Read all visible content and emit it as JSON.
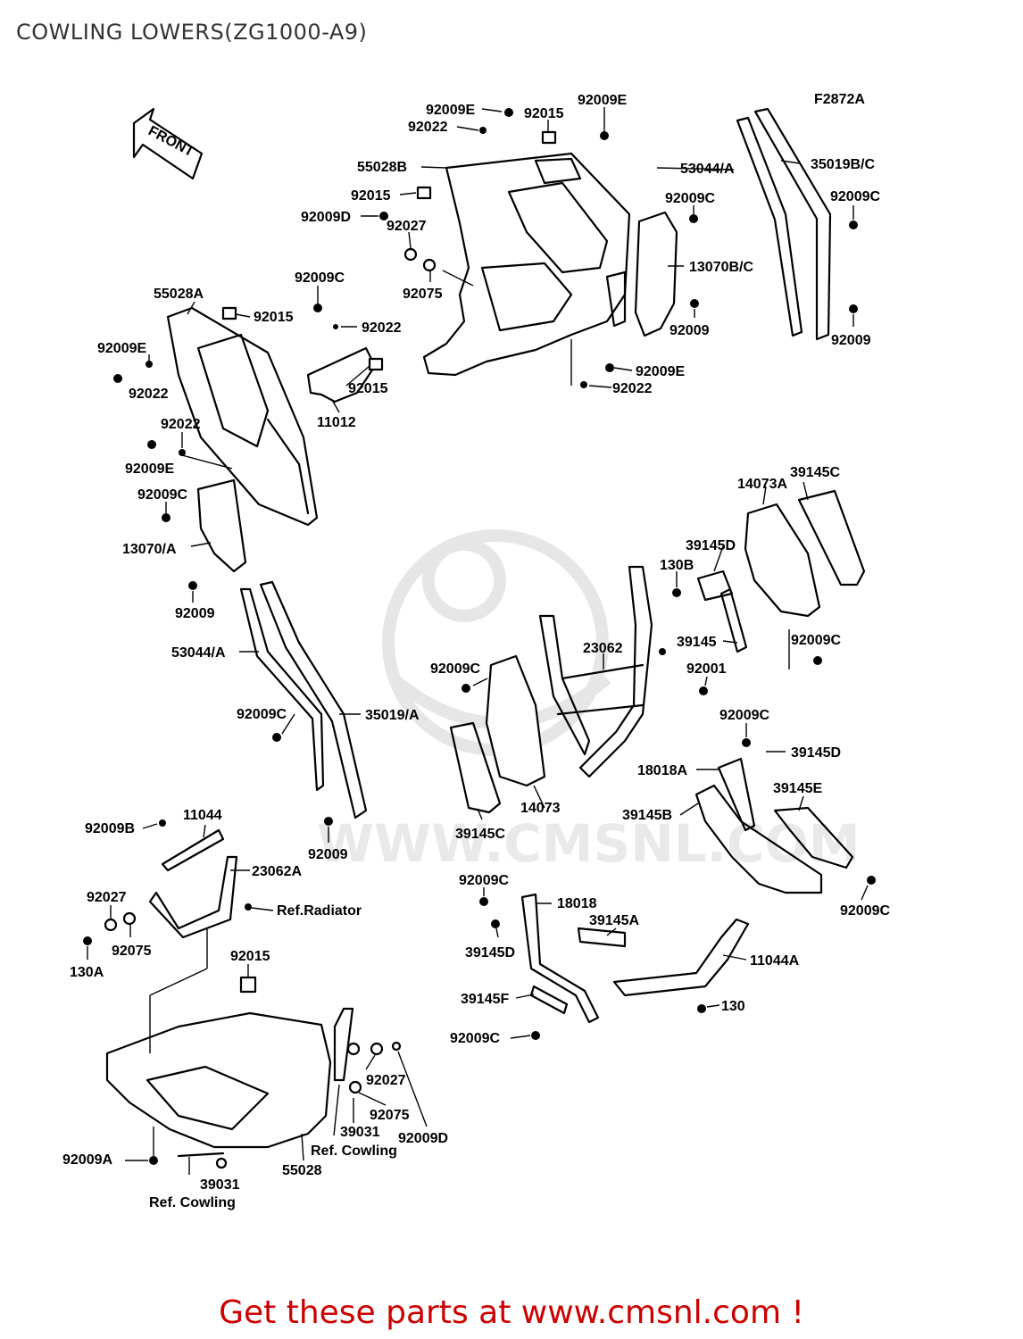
{
  "title": "COWLING LOWERS(ZG1000-A9)",
  "diagram_code": "F2872A",
  "front_arrow_label": "FRONT",
  "watermark": "WWW.CMSNL.COM",
  "footer_link": "Get these parts at www.cmsnl.com !",
  "colors": {
    "footer": "#cc0000",
    "title": "#333333",
    "watermark": "#e6e6e6"
  },
  "labels": {
    "l_92009E_a": "92009E",
    "l_92015_a": "92015",
    "l_92009E_b": "92009E",
    "l_92022_a": "92022",
    "l_55028B": "55028B",
    "l_92015_b": "92015",
    "l_92027_a": "92027",
    "l_92009D_a": "92009D",
    "l_92075_a": "92075",
    "l_92009C_a": "92009C",
    "l_55028A": "55028A",
    "l_92015_c": "92015",
    "l_92022_b": "92022",
    "l_92009E_c": "92009E",
    "l_92022_c": "92022",
    "l_92015_d": "92015",
    "l_11012": "11012",
    "l_92022_d": "92022",
    "l_92009E_d": "92009E",
    "l_92009C_b": "92009C",
    "l_13070A": "13070/A",
    "l_92009_a": "92009",
    "l_53044A_a": "53044/A",
    "l_35019BC": "35019B/C",
    "l_92009C_c": "92009C",
    "l_92009C_d": "92009C",
    "l_13070BC": "13070B/C",
    "l_92009_b": "92009",
    "l_92009_c": "92009",
    "l_92009E_e": "92009E",
    "l_92022_e": "92022",
    "l_39145C_a": "39145C",
    "l_14073A": "14073A",
    "l_39145D_a": "39145D",
    "l_130B": "130B",
    "l_39145": "39145",
    "l_92009C_e": "92009C",
    "l_23062": "23062",
    "l_92001": "92001",
    "l_92009C_f": "92009C",
    "l_92009C_g": "92009C",
    "l_39145D_b": "39145D",
    "l_18018A": "18018A",
    "l_39145E": "39145E",
    "l_39145B": "39145B",
    "l_14073": "14073",
    "l_39145C_b": "39145C",
    "l_53044A_b": "53044/A",
    "l_92009C_h": "92009C",
    "l_35019A": "35019/A",
    "l_92009_d": "92009",
    "l_92009B": "92009B",
    "l_11044": "11044",
    "l_23062A": "23062A",
    "l_92027_b": "92027",
    "l_refRadiator": "Ref.Radiator",
    "l_92075_b": "92075",
    "l_130A": "130A",
    "l_92009C_i": "92009C",
    "l_18018": "18018",
    "l_39145A": "39145A",
    "l_39145D_c": "39145D",
    "l_11044A": "11044A",
    "l_39145F": "39145F",
    "l_130": "130",
    "l_92009C_j": "92009C",
    "l_92009C_k": "92009C",
    "l_92015_e": "92015",
    "l_92027_c": "92027",
    "l_92075_c": "92075",
    "l_39031_a": "39031",
    "l_refCowling_a": "Ref. Cowling",
    "l_92009D_b": "92009D",
    "l_92009A": "92009A",
    "l_39031_b": "39031",
    "l_55028": "55028",
    "l_refCowling_b": "Ref. Cowling"
  }
}
